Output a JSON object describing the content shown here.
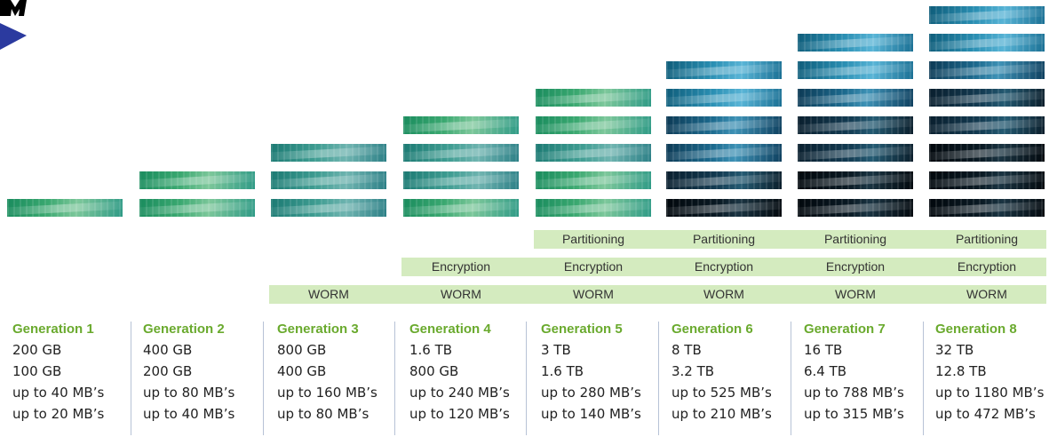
{
  "colors": {
    "generation_heading": "#6aaa2e",
    "feature_band": "#d4ebbf",
    "separator": "#b7c2d6",
    "logo_blue": "#2b3a9f"
  },
  "features": {
    "partitioning": {
      "label": "Partitioning",
      "from_generation": 5
    },
    "encryption": {
      "label": "Encryption",
      "from_generation": 4
    },
    "worm": {
      "label": "WORM",
      "from_generation": 3
    }
  },
  "generations": [
    {
      "title": "Generation 1",
      "tiers": 1,
      "native": "200 GB",
      "compressed_capacity": "100 GB",
      "rate_a": "up to 40 MB’s",
      "rate_b": "up to 20 MB’s"
    },
    {
      "title": "Generation 2",
      "tiers": 2,
      "native": "400 GB",
      "compressed_capacity": "200 GB",
      "rate_a": "up to 80 MB’s",
      "rate_b": "up to 40 MB’s"
    },
    {
      "title": "Generation 3",
      "tiers": 3,
      "native": "800 GB",
      "compressed_capacity": "400 GB",
      "rate_a": "up to 160 MB’s",
      "rate_b": "up to 80 MB’s"
    },
    {
      "title": "Generation 4",
      "tiers": 4,
      "native": "1.6 TB",
      "compressed_capacity": "800 GB",
      "rate_a": "up to 240 MB’s",
      "rate_b": "up to 120 MB’s"
    },
    {
      "title": "Generation 5",
      "tiers": 5,
      "native": "3 TB",
      "compressed_capacity": "1.6 TB",
      "rate_a": "up to 280 MB’s",
      "rate_b": "up to 140 MB’s"
    },
    {
      "title": "Generation 6",
      "tiers": 6,
      "native": "8 TB",
      "compressed_capacity": "3.2 TB",
      "rate_a": "up to 525 MB’s",
      "rate_b": "up to 210 MB’s"
    },
    {
      "title": "Generation 7",
      "tiers": 7,
      "native": "16 TB",
      "compressed_capacity": "6.4 TB",
      "rate_a": "up to 788 MB’s",
      "rate_b": "up to 315 MB’s"
    },
    {
      "title": "Generation 8",
      "tiers": 8,
      "native": "32 TB",
      "compressed_capacity": "12.8 TB",
      "rate_a": "up to 1180 MB’s",
      "rate_b": "up to 472 MB’s"
    }
  ]
}
